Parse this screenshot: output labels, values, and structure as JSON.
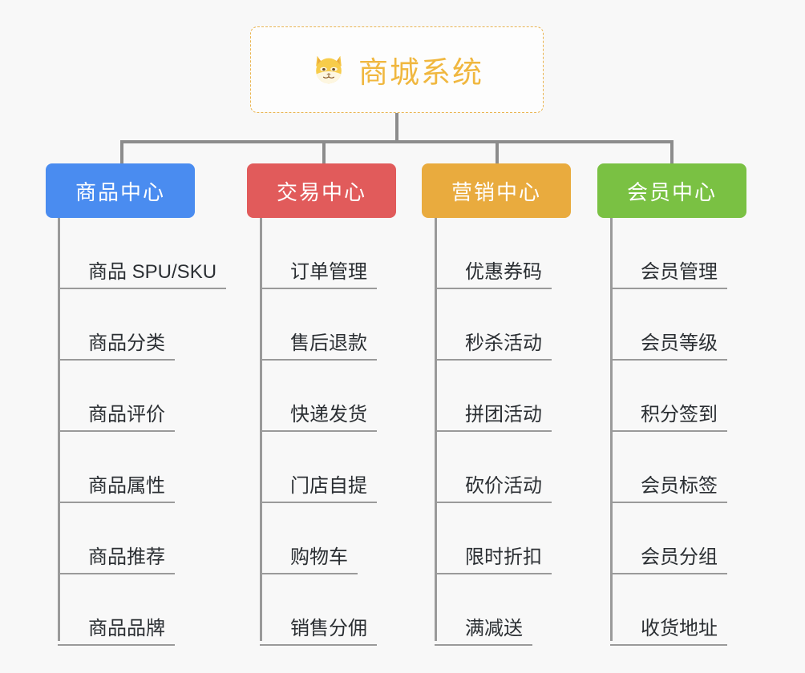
{
  "root": {
    "title": "商城系统",
    "emoji_icon": "shiba-dog-face-icon",
    "border_color": "#eab552",
    "title_color": "#f0b73f"
  },
  "canvas": {
    "background_color": "#f8f8f8",
    "connector_color": "#8c8c8c"
  },
  "branches": [
    {
      "label": "商品中心",
      "color": "#4a8cf0",
      "items": [
        "商品 SPU/SKU",
        "商品分类",
        "商品评价",
        "商品属性",
        "商品推荐",
        "商品品牌"
      ]
    },
    {
      "label": "交易中心",
      "color": "#e15b5b",
      "items": [
        "订单管理",
        "售后退款",
        "快递发货",
        "门店自提",
        "购物车",
        "销售分佣"
      ]
    },
    {
      "label": "营销中心",
      "color": "#e9ab3e",
      "items": [
        "优惠券码",
        "秒杀活动",
        "拼团活动",
        "砍价活动",
        "限时折扣",
        "满减送"
      ]
    },
    {
      "label": "会员中心",
      "color": "#7ac143",
      "items": [
        "会员管理",
        "会员等级",
        "积分签到",
        "会员标签",
        "会员分组",
        "收货地址"
      ]
    }
  ]
}
